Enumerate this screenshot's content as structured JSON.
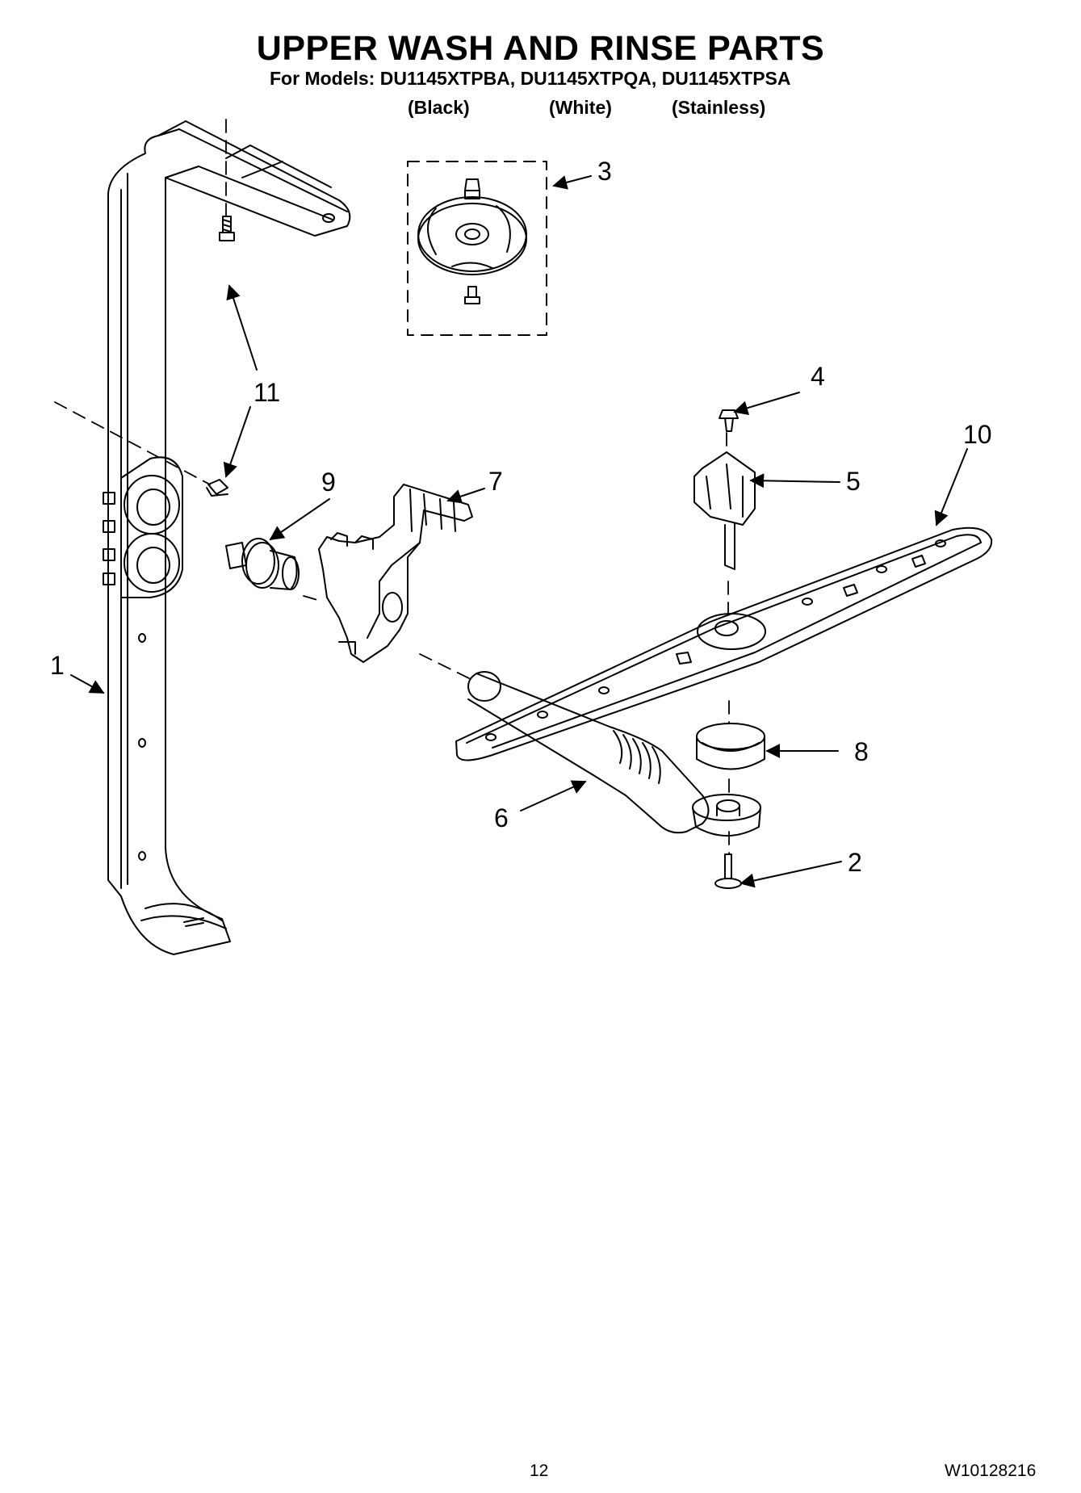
{
  "header": {
    "title": "UPPER WASH AND RINSE PARTS",
    "models_line": "For Models: DU1145XTPBA, DU1145XTPQA, DU1145XTPSA",
    "variants": [
      "(Black)",
      "(White)",
      "(Stainless)"
    ]
  },
  "callouts": [
    {
      "id": "1",
      "label": "1"
    },
    {
      "id": "2",
      "label": "2"
    },
    {
      "id": "3",
      "label": "3"
    },
    {
      "id": "4",
      "label": "4"
    },
    {
      "id": "5",
      "label": "5"
    },
    {
      "id": "6",
      "label": "6"
    },
    {
      "id": "7",
      "label": "7"
    },
    {
      "id": "8",
      "label": "8"
    },
    {
      "id": "9",
      "label": "9"
    },
    {
      "id": "10",
      "label": "10"
    },
    {
      "id": "11",
      "label": "11"
    }
  ],
  "footer": {
    "page_number": "12",
    "document_number": "W10128216"
  }
}
